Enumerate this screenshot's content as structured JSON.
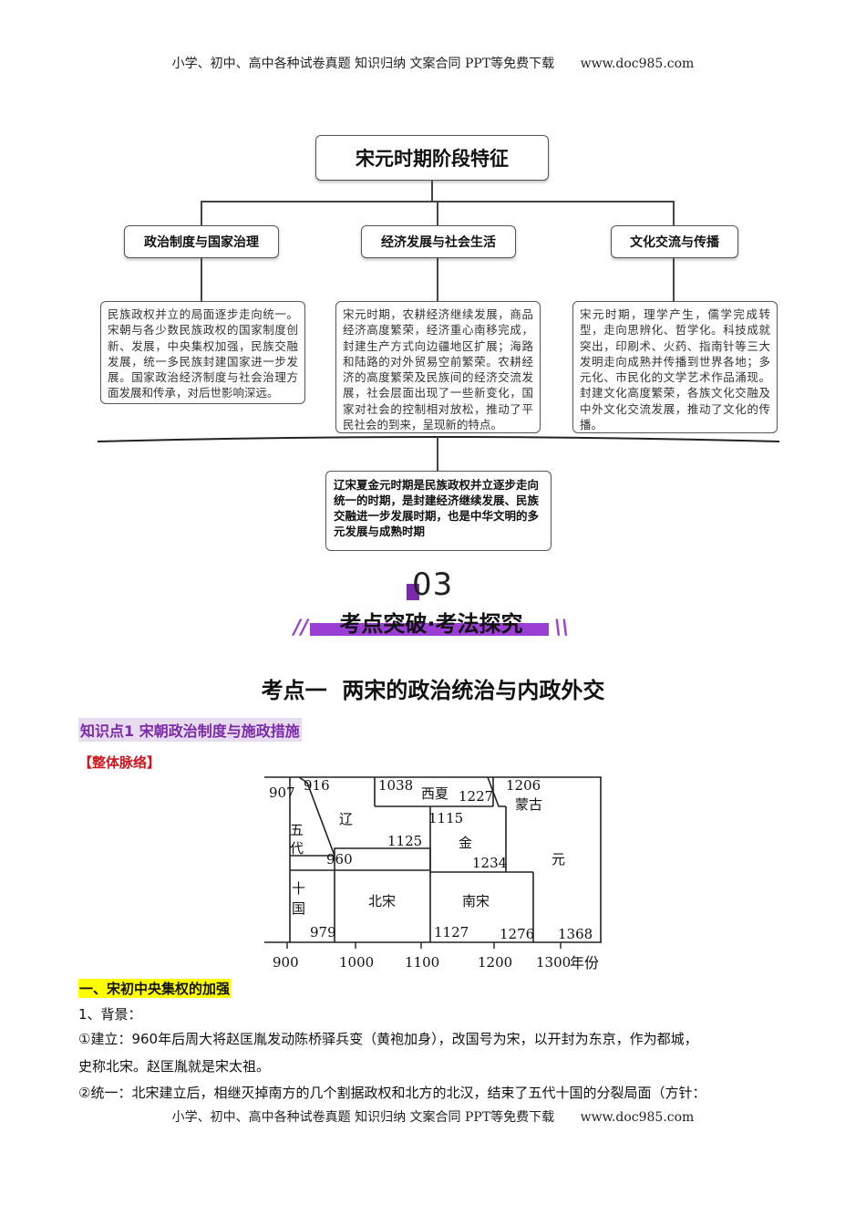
{
  "header": {
    "text": "小学、初中、高中各种试卷真题  知识归纳  文案合同  PPT等免费下载",
    "site": "www.doc985.com"
  },
  "mindmap": {
    "title": "宋元时期阶段特征",
    "categories": [
      {
        "label": "政治制度与国家治理",
        "desc": "民族政权并立的局面逐步走向统一。宋朝与各少数民族政权的国家制度创新、发展，中央集权加强，民族交融发展，统一多民族封建国家进一步发展。国家政治经济制度与社会治理方面发展和传承，对后世影响深远。"
      },
      {
        "label": "经济发展与社会生活",
        "desc": "宋元时期，农耕经济继续发展，商品经济高度繁荣，经济重心南移完成，封建生产方式向边疆地区扩展；海路和陆路的对外贸易空前繁荣。农耕经济的高度繁荣及民族间的经济交流发展，社会层面出现了一些新变化，国家对社会的控制相对放松，推动了平民社会的到来，呈现新的特点。"
      },
      {
        "label": "文化交流与传播",
        "desc": "宋元时期，理学产生，儒学完成转型，走向思辨化、哲学化。科技成就突出，印刷术、火药、指南针等三大发明走向成熟并传播到世界各地；多元化、市民化的文学艺术作品涌现。封建文化高度繁荣，各族文化交融及中外文化交流发展，推动了文化的传播。"
      }
    ],
    "summary": "辽宋夏金元时期是民族政权并立逐步走向统一的时期，是封建经济继续发展、民族交融进一步发展时期，也是中华文明的多元发展与成熟时期"
  },
  "section": {
    "number": "03",
    "title": "考点突破·考法探究"
  },
  "topic": {
    "title": "考点一  两宋的政治统治与内政外交"
  },
  "knowledge_point": "知识点1 宋朝政治制度与施政措施",
  "outline_label": "【整体脉络】",
  "timeline": {
    "regimes": [
      "五代",
      "十国",
      "辽",
      "北宋",
      "西夏",
      "金",
      "南宋",
      "蒙古",
      "元"
    ],
    "years": [
      "907",
      "916",
      "960",
      "979",
      "1038",
      "1115",
      "1125",
      "1127",
      "1206",
      "1227",
      "1234",
      "1276",
      "1368"
    ],
    "axis_ticks": [
      "900",
      "1000",
      "1100",
      "1200",
      "1300"
    ],
    "axis_unit": "年份"
  },
  "section_one": {
    "heading": "一、宋初中央集权的加强",
    "background_label": "1、背景：",
    "item1": "①建立：960年后周大将赵匡胤发动陈桥驿兵变（黄袍加身），改国号为宋，以开封为东京，作为都城，",
    "item1_cont": "史称北宋。赵匡胤就是宋太祖。",
    "item2": "②统一：北宋建立后，相继灭掉南方的几个割据政权和北方的北汉，结束了五代十国的分裂局面（方针："
  },
  "footer": {
    "text": "小学、初中、高中各种试卷真题  知识归纳  文案合同  PPT等免费下载",
    "site": "www.doc985.com"
  }
}
